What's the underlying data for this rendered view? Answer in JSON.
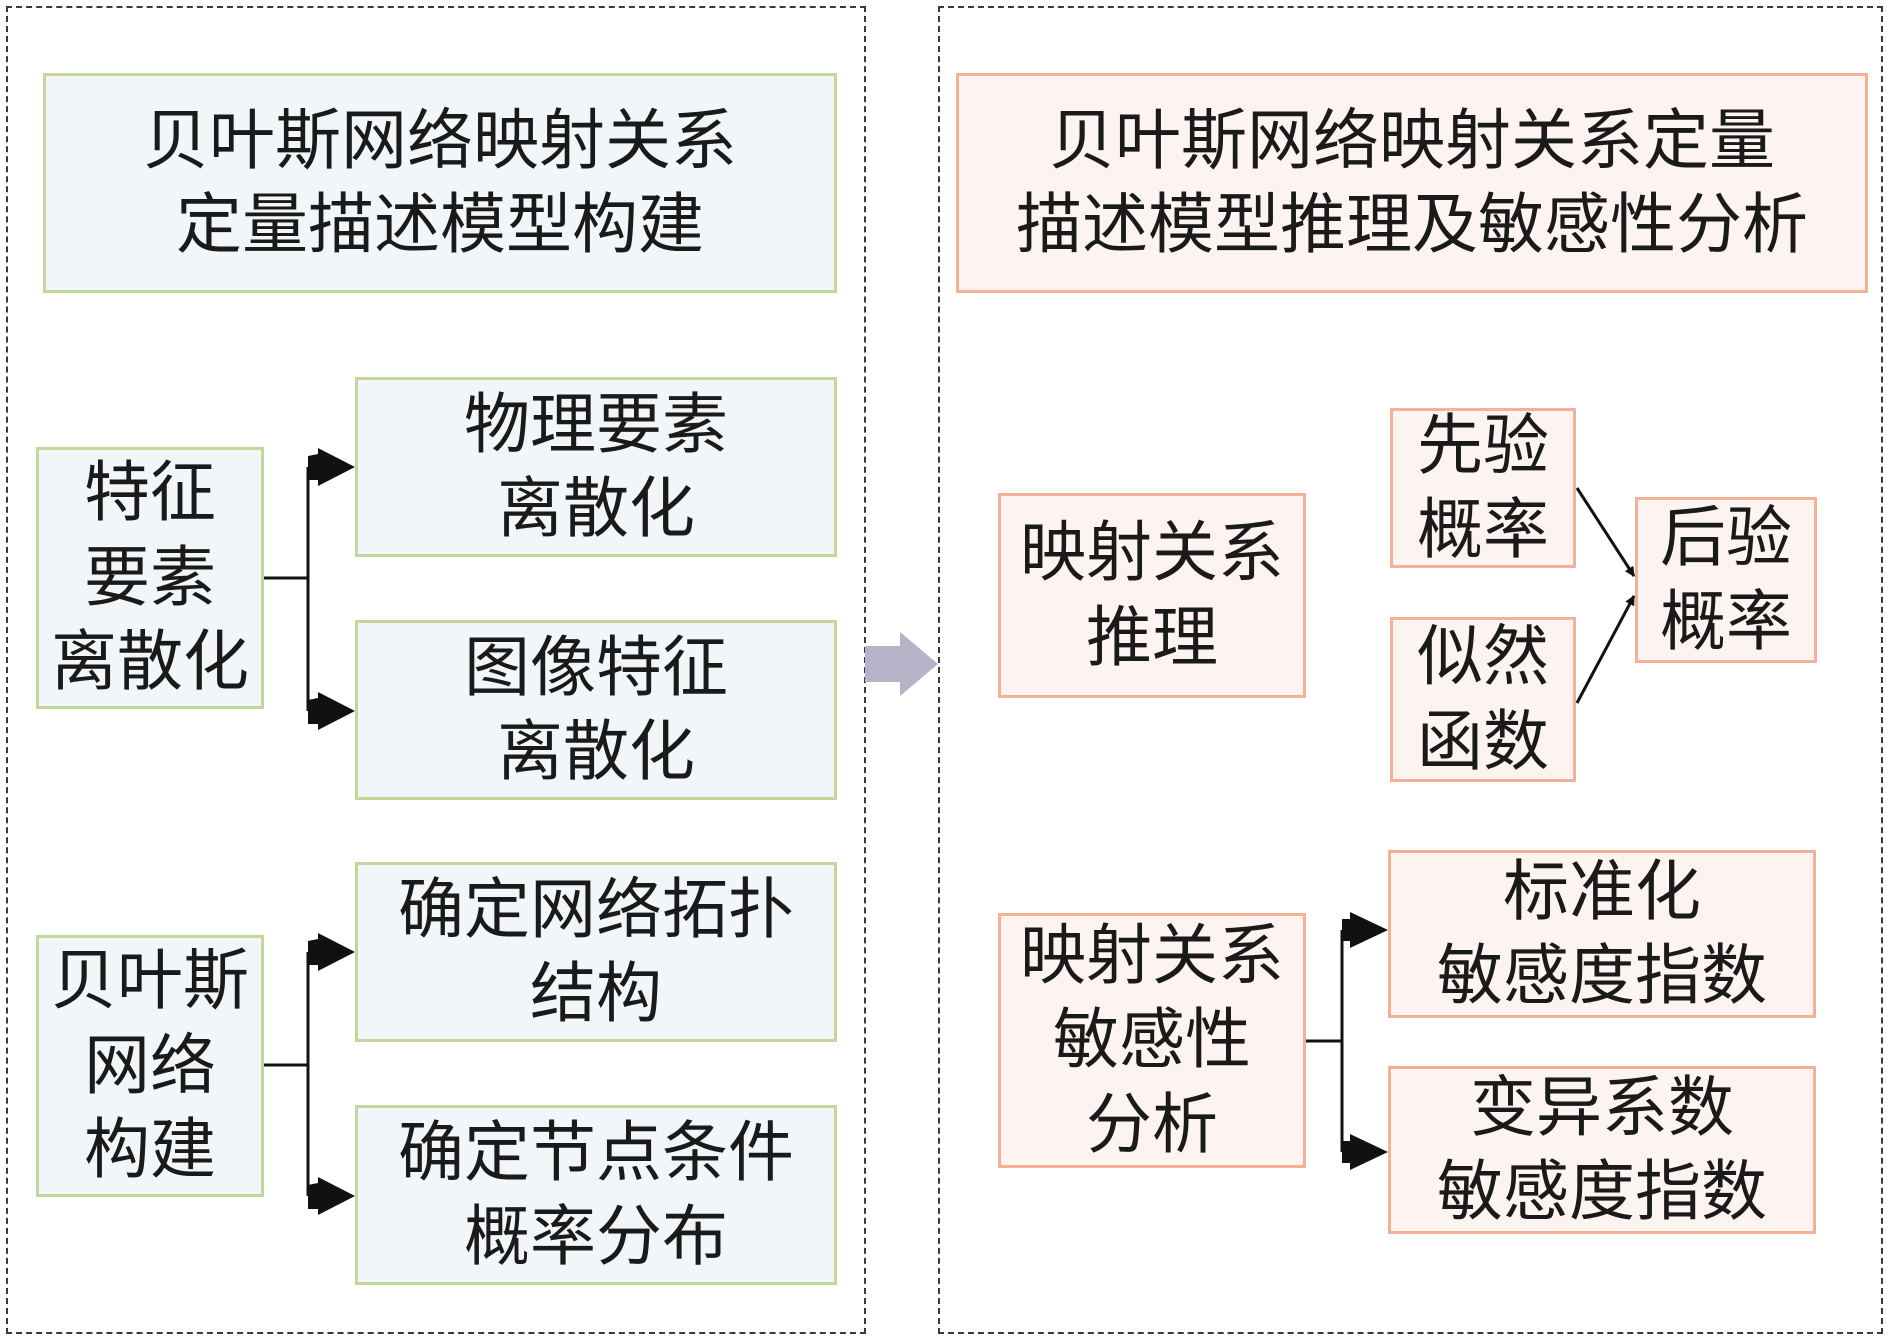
{
  "left_panel": {
    "title": [
      "贝叶斯网络映射关系",
      "定量描述模型构建"
    ],
    "group1": {
      "label": [
        "特征",
        "要素",
        "离散化"
      ],
      "items": [
        [
          "物理要素",
          "离散化"
        ],
        [
          "图像特征",
          "离散化"
        ]
      ]
    },
    "group2": {
      "label": [
        "贝叶斯",
        "网络",
        "构建"
      ],
      "items": [
        [
          "确定网络拓扑",
          "结构"
        ],
        [
          "确定节点条件",
          "概率分布"
        ]
      ]
    }
  },
  "right_panel": {
    "title": [
      "贝叶斯网络映射关系定量",
      "描述模型推理及敏感性分析"
    ],
    "inference": {
      "label": [
        "映射关系",
        "推理"
      ],
      "prior": [
        "先验",
        "概率"
      ],
      "likelihood": [
        "似然",
        "函数"
      ],
      "posterior": [
        "后验",
        "概率"
      ]
    },
    "sensitivity": {
      "label": [
        "映射关系",
        "敏感性",
        "分析"
      ],
      "items": [
        [
          "标准化",
          "敏感度指数"
        ],
        [
          "变异系数",
          "敏感度指数"
        ]
      ]
    }
  },
  "colors": {
    "green_border": "#c3d69b",
    "green_fill": "#f2f6f8",
    "salmon_border": "#f4b196",
    "salmon_fill": "#fdf4f1",
    "transition_arrow": "#b4b3c7",
    "connector": "#111111"
  }
}
